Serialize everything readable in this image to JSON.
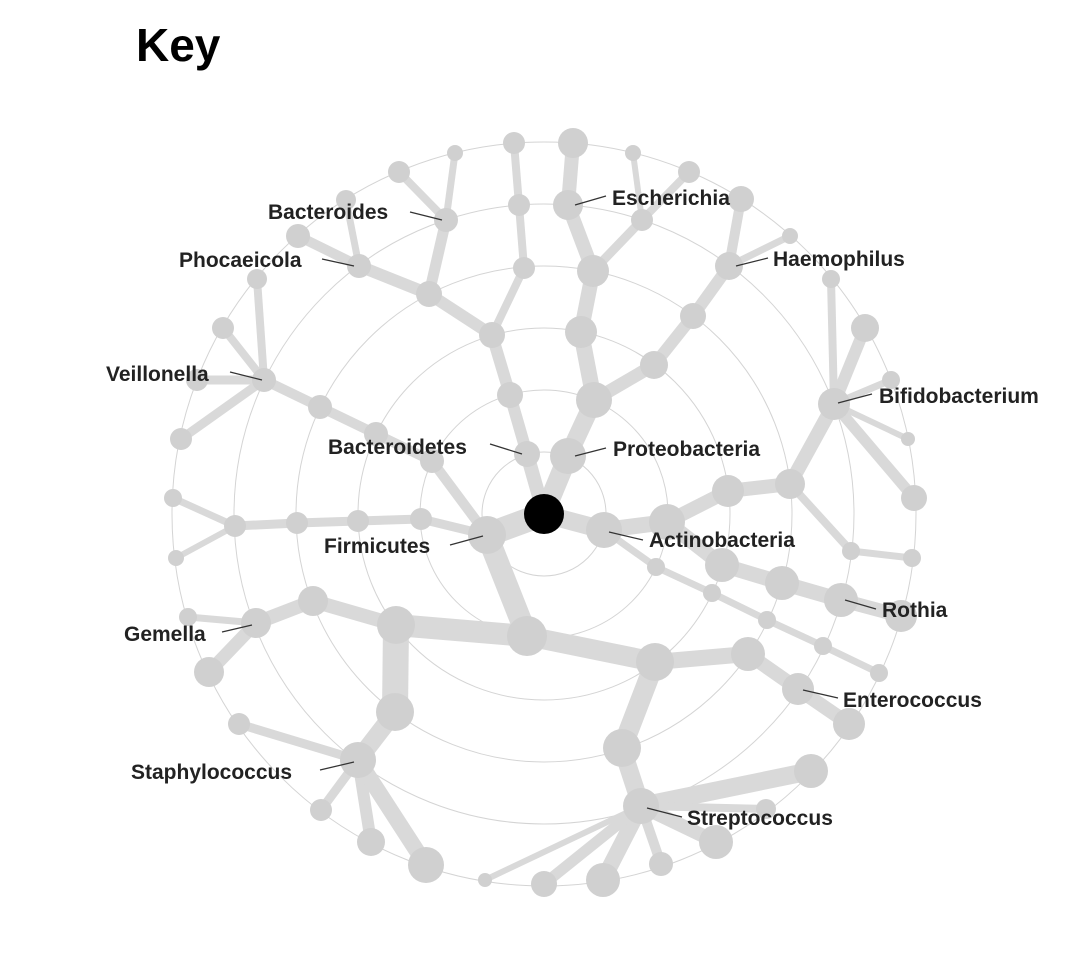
{
  "title": "Key",
  "colors": {
    "node": "#d0d0d0",
    "edge": "#d9d9d9",
    "root": "#000000",
    "ring": "#d4d4d4",
    "label": "#222222",
    "leader": "#333333"
  },
  "labels": {
    "escherichia": "Escherichia",
    "bacteroides": "Bacteroides",
    "phocaeicola": "Phocaeicola",
    "haemophilus": "Haemophilus",
    "veillonella": "Veillonella",
    "bifidobacterium": "Bifidobacterium",
    "bacteroidetes": "Bacteroidetes",
    "proteobacteria": "Proteobacteria",
    "firmicutes": "Firmicutes",
    "actinobacteria": "Actinobacteria",
    "rothia": "Rothia",
    "gemella": "Gemella",
    "enterococcus": "Enterococcus",
    "staphylococcus": "Staphylococcus",
    "streptococcus": "Streptococcus"
  }
}
